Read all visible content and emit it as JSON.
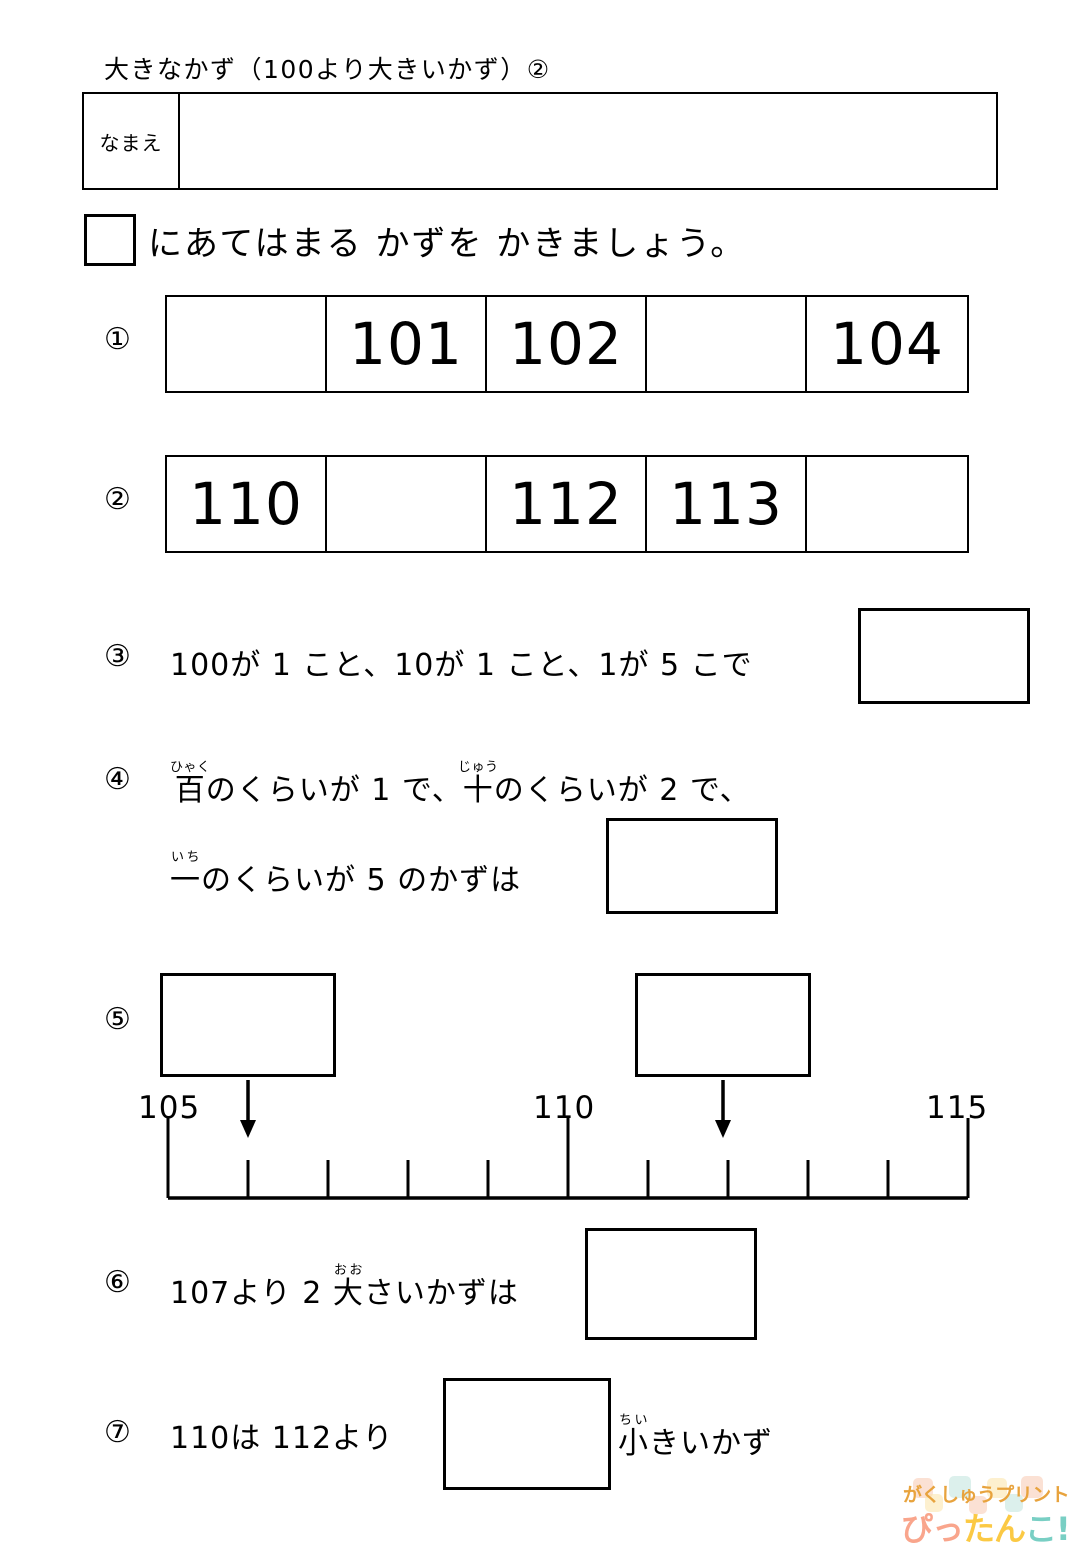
{
  "header": {
    "title": "大きなかず（100より大きいかず）②",
    "name_label": "なまえ",
    "name_value": ""
  },
  "instruction": {
    "box_value": "",
    "text": "にあてはまる かずを かきましょう。"
  },
  "problems": [
    {
      "number": "①",
      "type": "sequence",
      "cells": [
        "",
        "101",
        "102",
        "",
        "104"
      ]
    },
    {
      "number": "②",
      "type": "sequence",
      "cells": [
        "110",
        "",
        "112",
        "113",
        ""
      ]
    },
    {
      "number": "③",
      "type": "text",
      "text": "100が 1 こと、10が 1 こと、1が 5 こで",
      "answer": ""
    },
    {
      "number": "④",
      "type": "text-two-line",
      "line1_pre": "百",
      "line1_ruby": "ひゃく",
      "line1_mid": "のくらいが 1 で、",
      "line1_kanji2": "十",
      "line1_ruby2": "じゅう",
      "line1_post": "のくらいが 2 で、",
      "line2_pre": "一",
      "line2_ruby": "いち",
      "line2_post": "のくらいが 5 のかずは",
      "answer": ""
    },
    {
      "number": "⑤",
      "type": "numberline",
      "answer_left": "",
      "answer_right": ""
    },
    {
      "number": "⑥",
      "type": "text",
      "text_pre": "107より 2 ",
      "kanji": "大",
      "ruby": "おお",
      "text_post": "さいかずは",
      "answer": ""
    },
    {
      "number": "⑦",
      "type": "text",
      "text_pre": "110は 112より",
      "kanji": "小",
      "ruby": "ちい",
      "text_post": "きいかず",
      "answer": ""
    }
  ],
  "chart_data": {
    "type": "line",
    "title": "⑤ かずのせん（105〜115）",
    "x": [
      105,
      106,
      107,
      108,
      109,
      110,
      111,
      112,
      113,
      114,
      115
    ],
    "tick_labels": [
      "105",
      "",
      "",
      "",
      "",
      "110",
      "",
      "",
      "",
      "",
      "115"
    ],
    "major_ticks": [
      105,
      110,
      115
    ],
    "minor_ticks": [
      106,
      107,
      108,
      109,
      111,
      112,
      113,
      114
    ],
    "xlim": [
      105,
      115
    ],
    "annotations": [
      {
        "label": "",
        "points_to": 106
      },
      {
        "label": "",
        "points_to": 111
      }
    ],
    "xlabel": "",
    "ylabel": "",
    "grid": false,
    "legend": "none"
  },
  "logo": {
    "line1": "がくしゅうプリント",
    "line2_a": "ぴっ",
    "line2_b": "たん",
    "line2_c": "こ!",
    "color_top": "#e8a33d",
    "color_a": "#f9a58c",
    "color_b": "#fbc944",
    "color_c": "#79cfc4"
  }
}
